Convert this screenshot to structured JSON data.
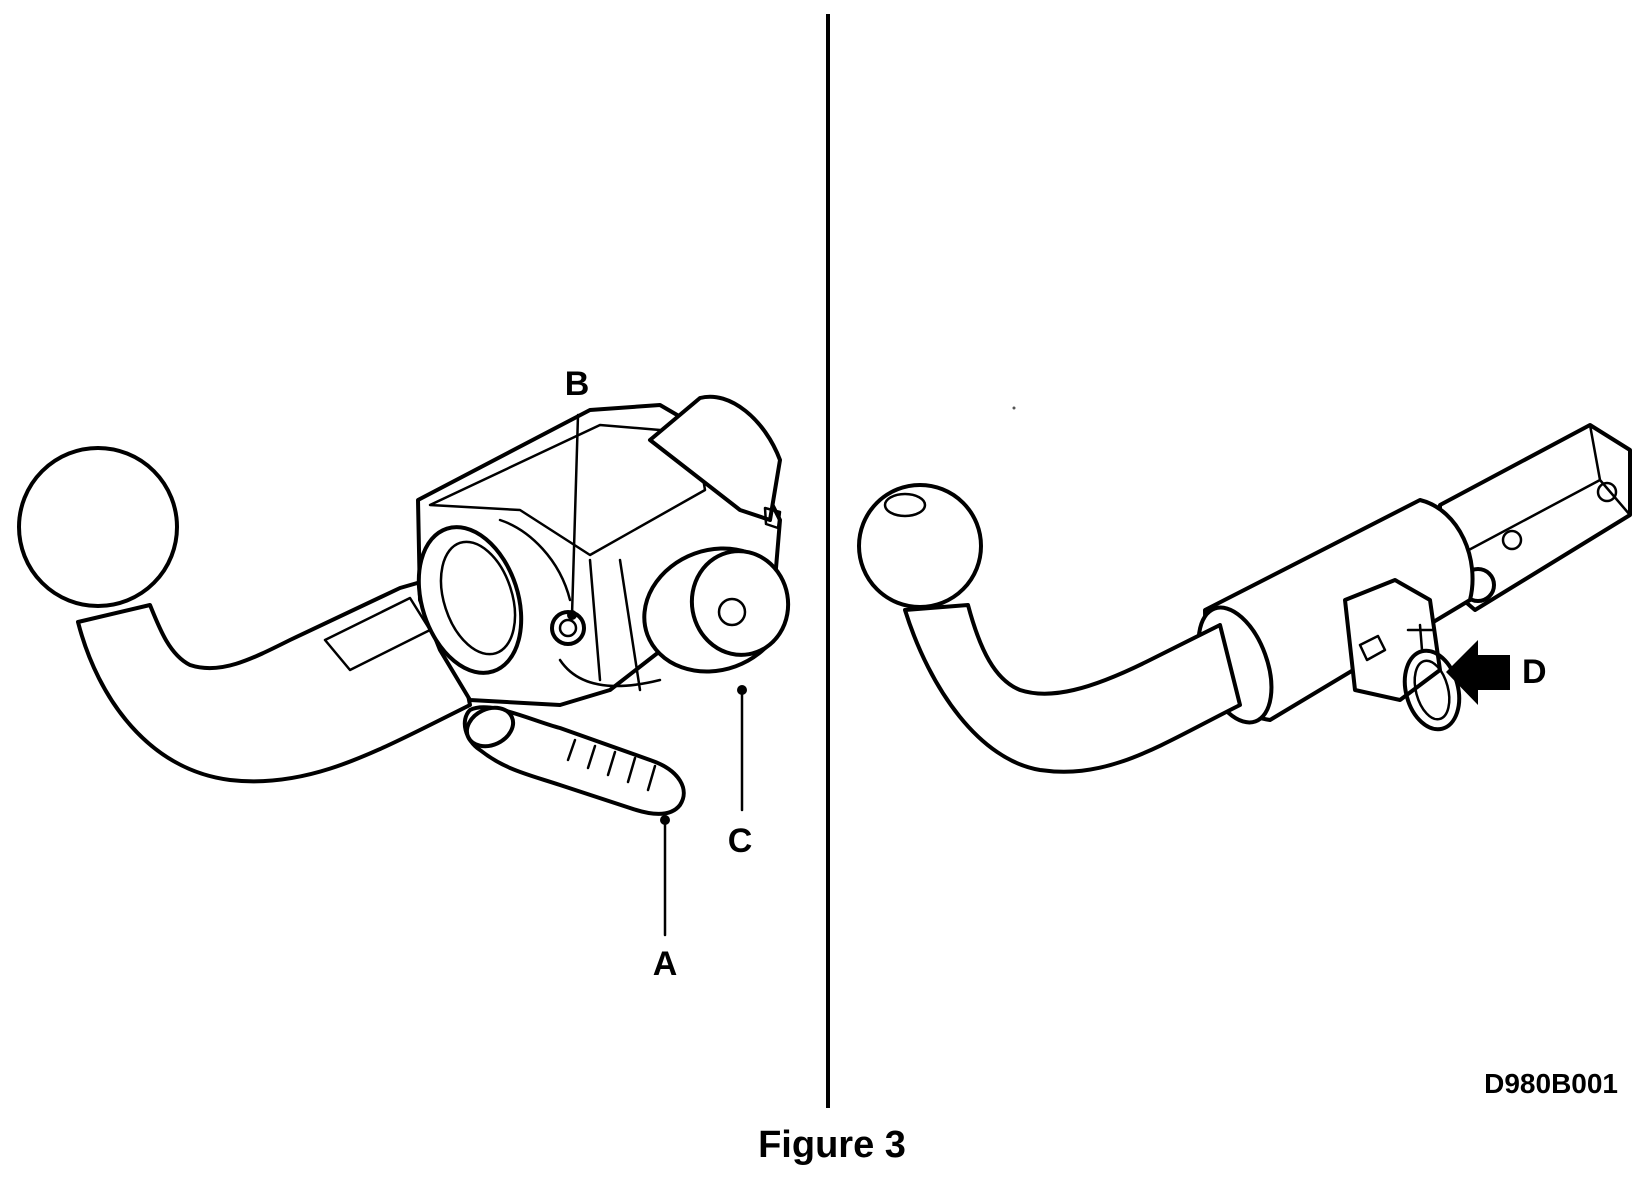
{
  "figure": {
    "caption": "Figure 3",
    "reference_code": "D980B001"
  },
  "callouts": {
    "a": "A",
    "b": "B",
    "c": "C",
    "d": "D"
  }
}
